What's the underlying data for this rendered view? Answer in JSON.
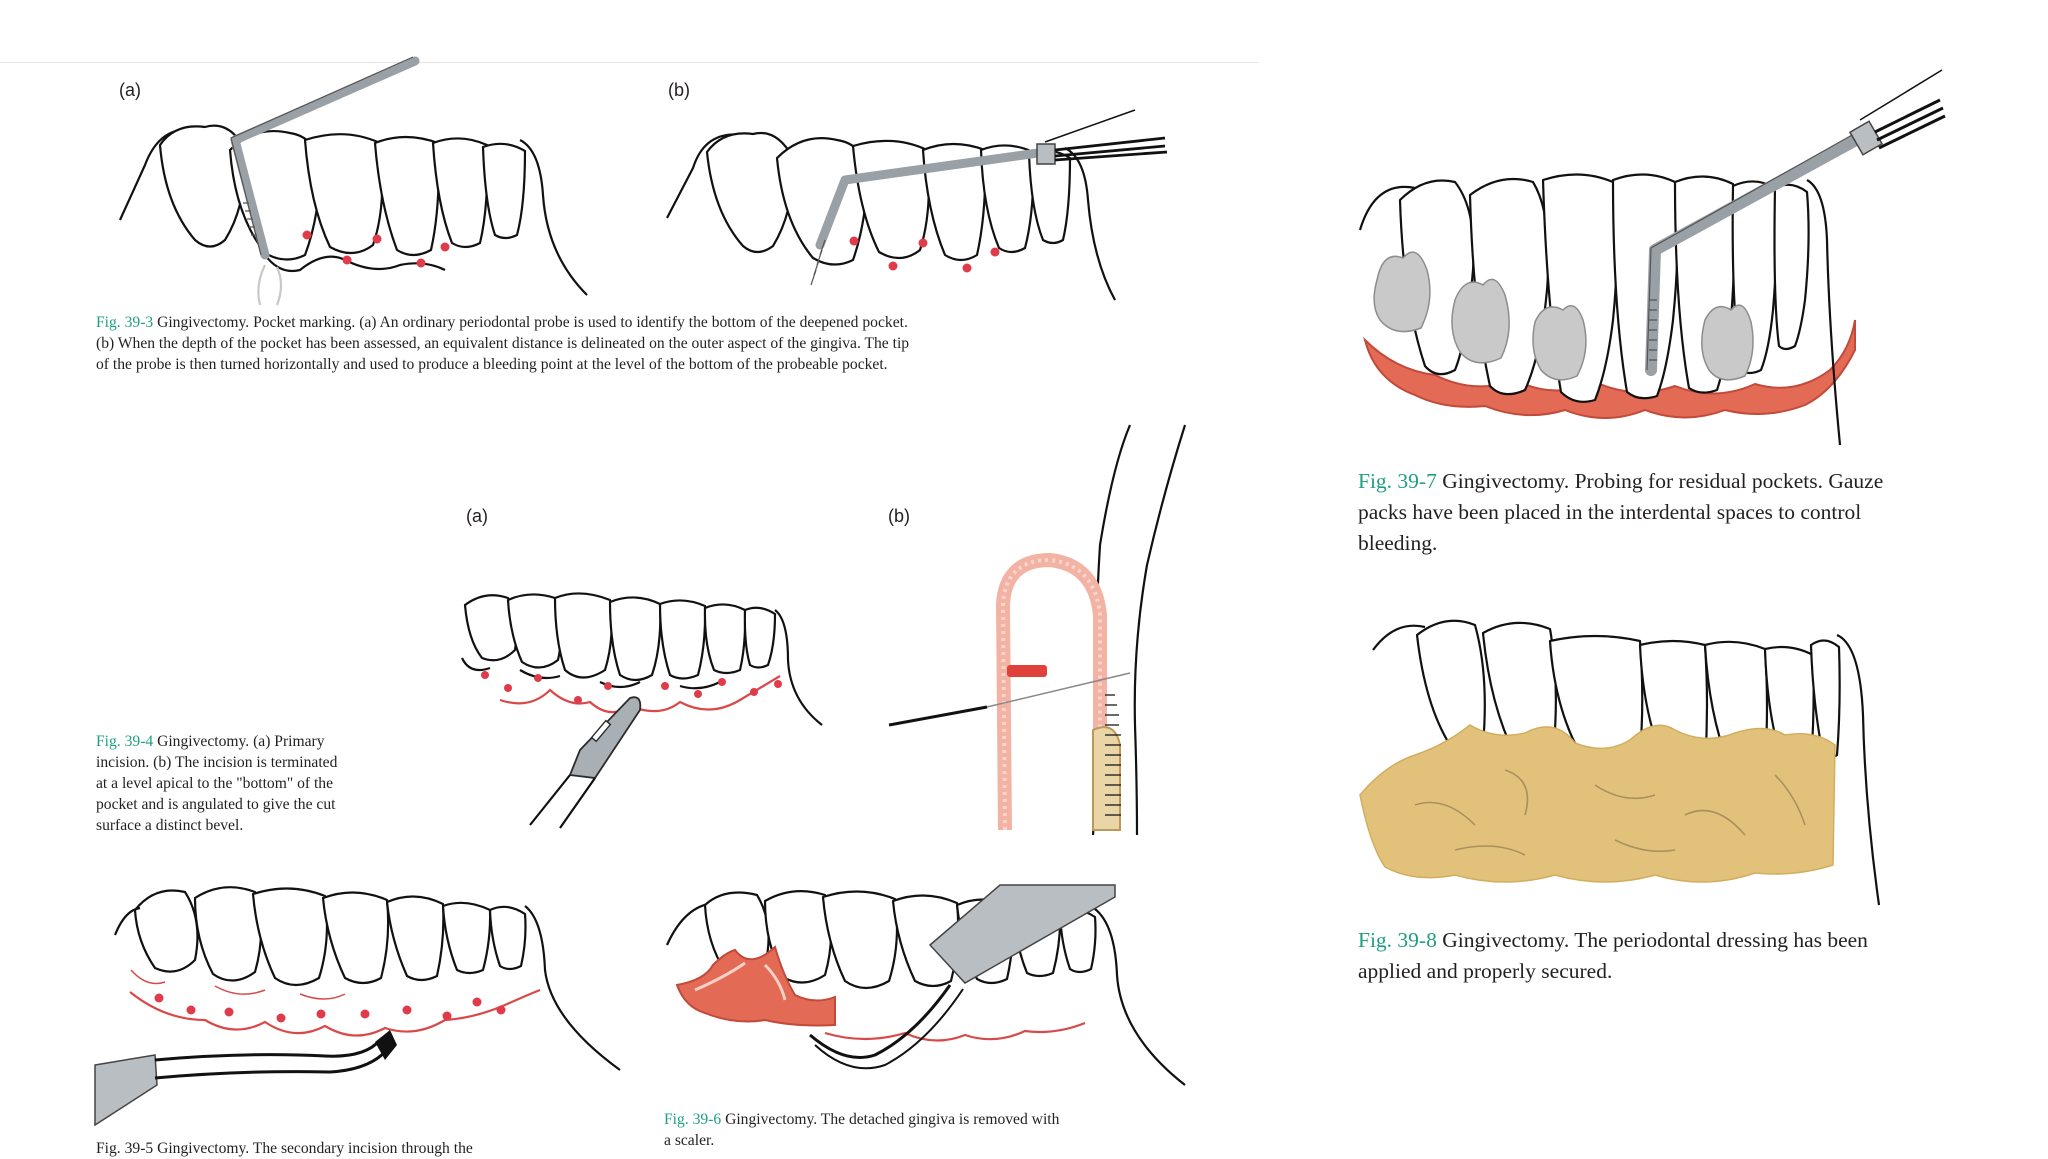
{
  "figures": {
    "fig39_3": {
      "label_a": "(a)",
      "label_b": "(b)",
      "number": "Fig. 39-3",
      "caption_lines": [
        " Gingivectomy. Pocket marking. (a) An ordinary periodontal probe is used to identify the bottom of the deepened pocket.",
        "(b) When the depth of the pocket has been assessed, an equivalent distance is delineated on the outer aspect of the gingiva. The tip",
        "of the probe is then turned horizontally and used to produce a bleeding point at the level of the bottom of the probeable pocket."
      ]
    },
    "fig39_4": {
      "label_a": "(a)",
      "label_b": "(b)",
      "number": "Fig. 39-4",
      "caption_lines": [
        " Gingivectomy. (a) Primary",
        "incision. (b) The incision is terminated",
        "at a level apical to the \"bottom\" of the",
        "pocket and is angulated to give the cut",
        "surface a distinct bevel."
      ]
    },
    "fig39_5": {
      "caption_fragment": "Fig. 39-5  Gingivectomy. The secondary incision through the"
    },
    "fig39_6": {
      "number": "Fig. 39-6",
      "caption_lines": [
        " Gingivectomy. The detached gingiva is removed with",
        "a scaler."
      ]
    },
    "fig39_7": {
      "number": "Fig. 39-7",
      "caption_lines": [
        " Gingivectomy. Probing for residual pockets. Gauze",
        "packs have been placed in the interdental spaces to control",
        "bleeding."
      ]
    },
    "fig39_8": {
      "number": "Fig. 39-8",
      "caption_lines": [
        " Gingivectomy. The periodontal dressing has been",
        "applied and properly secured."
      ]
    }
  },
  "colors": {
    "figure_number": "#1f9e83",
    "bleeding_point": "#e03b4b",
    "gingiva": "#e36b55",
    "dressing": "#e2c27a",
    "gauze": "#c9c9c9",
    "instrument": "#b9bec2"
  }
}
